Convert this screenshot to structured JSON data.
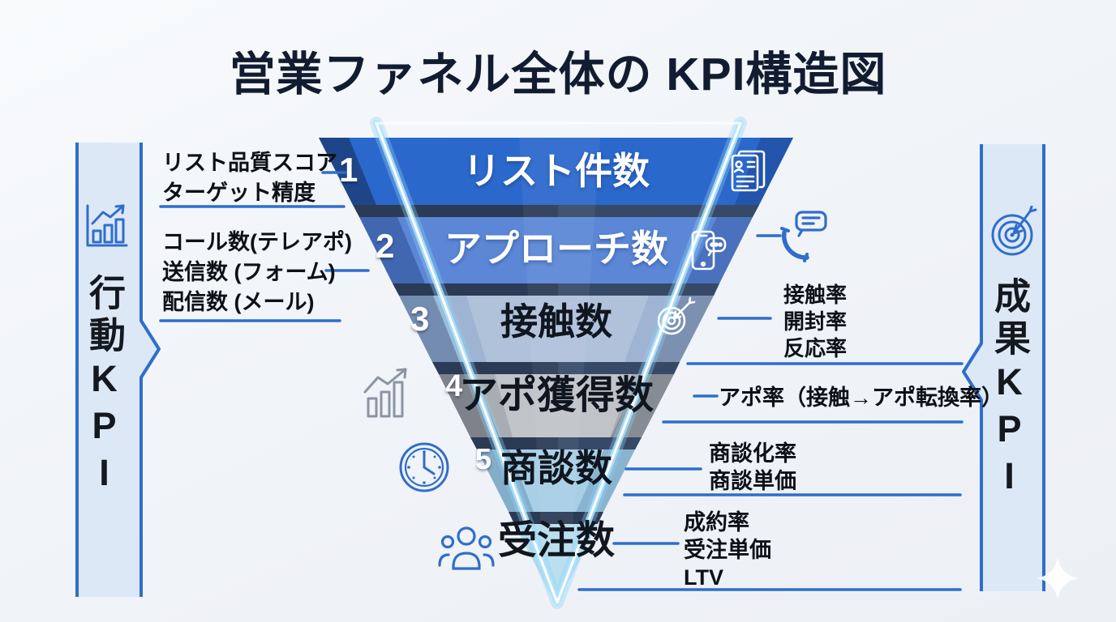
{
  "title": "営業ファネル全体の KPI構造図",
  "left_bar": {
    "label": "行動KPI",
    "icon": "bar-chart-trend-icon"
  },
  "right_bar": {
    "label": "成果KPI",
    "icon": "target-icon"
  },
  "funnel": {
    "levels": [
      {
        "num": "1",
        "label": "リスト件数",
        "color": "#2b68cb",
        "text_color": "#ffffff",
        "icon": "document-list-icon"
      },
      {
        "num": "2",
        "label": "アプローチ数",
        "color": "#5b87d6",
        "text_color": "#ffffff",
        "icon": "smartphone-chat-icon"
      },
      {
        "num": "3",
        "label": "接触数",
        "color": "#9fb4d2",
        "text_color": "#10161f",
        "icon": "target-dart-icon"
      },
      {
        "num": "4",
        "label": "アポ獲得数",
        "color": "#a8adb4",
        "text_color": "#10161f",
        "icon": "bar-chart-arrow-icon"
      },
      {
        "num": "5",
        "label": "商談数",
        "color": "#a7cfe5",
        "text_color": "#10161f",
        "icon": "clock-icon"
      },
      {
        "num": "",
        "label": "受注数",
        "color": "#b8ddef",
        "text_color": "#10161f",
        "icon": "people-icon"
      }
    ]
  },
  "action_kpis": [
    {
      "lines": [
        "リスト品質スコア",
        "ターゲット精度"
      ]
    },
    {
      "lines": [
        "コール数(テレアポ)",
        "送信数 (フォーム)",
        "配信数 (メール)"
      ]
    }
  ],
  "result_kpis": [
    {
      "lines": [
        "接触率",
        "開封率",
        "反応率"
      ]
    },
    {
      "lines": [
        "アポ率（接触→アポ転換率）"
      ]
    },
    {
      "lines": [
        "商談化率",
        "商談単価"
      ]
    },
    {
      "lines": [
        "成約率",
        "受注単価",
        "LTV"
      ]
    }
  ],
  "colors": {
    "accent": "#2f6ecb",
    "separator": "#2b3a55",
    "glow": "#aee4fb",
    "bar_fill": "#dde8f7",
    "background": "#f2f4f7",
    "title": "#121c31"
  }
}
